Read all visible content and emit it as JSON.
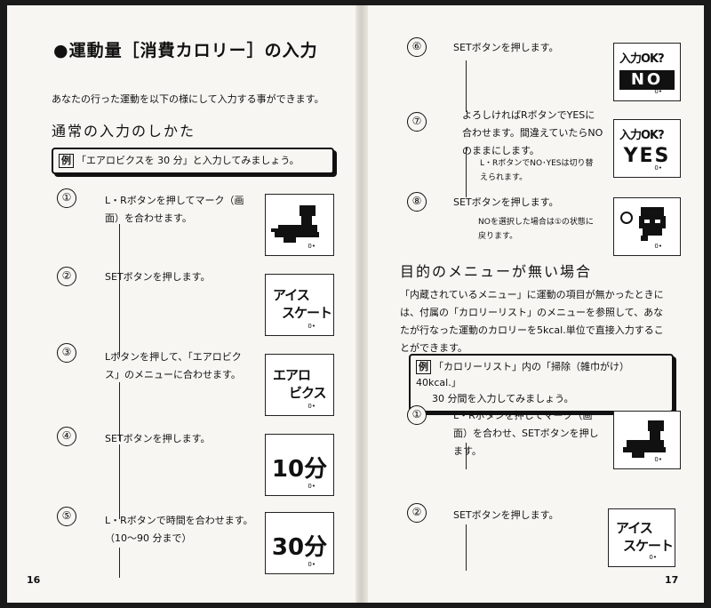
{
  "left": {
    "title": "●運動量［消費カロリー］の入力",
    "intro": "あなたの行った運動を以下の様にして入力する事ができます。",
    "section": "通常の入力のしかた",
    "example": {
      "badge": "例",
      "text": "「エアロビクスを 30 分」と入力してみましょう。"
    },
    "steps": [
      {
        "num": "①",
        "lines": [
          "L・Rボタンを押してマーク（画",
          "面）を合わせます。"
        ]
      },
      {
        "num": "②",
        "lines": [
          "SETボタンを押します。"
        ]
      },
      {
        "num": "③",
        "lines": [
          "Lボタンを押して、「エアロビク",
          "ス」のメニューに合わせます。"
        ]
      },
      {
        "num": "④",
        "lines": [
          "SETボタンを押します。"
        ]
      },
      {
        "num": "⑤",
        "lines": [
          "L・Rボタンで時間を合わせます。",
          "（10～90 分まで）"
        ]
      }
    ],
    "screens": {
      "s2_l1": "アイス",
      "s2_l2": "スケート",
      "s3_l1": "エアロ",
      "s3_l2": "ビクス",
      "s4": "10分",
      "s5": "30分",
      "foot": "0•"
    },
    "page_number": "16"
  },
  "right": {
    "steps": [
      {
        "num": "⑥",
        "lines": [
          "SETボタンを押します。"
        ]
      },
      {
        "num": "⑦",
        "lines": [
          "よろしければRボタンでYESに",
          "合わせます。間違えていたらNO",
          "のままにします。"
        ],
        "note": [
          "L・RボタンでNO･YESは切り替",
          "えられます。"
        ]
      },
      {
        "num": "⑧",
        "lines": [
          "SETボタンを押します。"
        ],
        "note": [
          "NOを選択した場合は①の状態に",
          "戻ります。"
        ]
      }
    ],
    "screens": {
      "q": "入力OK?",
      "no": "NO",
      "yes": "YES",
      "ice_l1": "アイス",
      "ice_l2": "スケート",
      "foot": "0•"
    },
    "section": "目的のメニューが無い場合",
    "para": [
      "「内蔵されているメニュー」に運動の項目が無かったときに",
      "は、付属の「カロリーリスト」のメニューを参照して、あな",
      "たが行なった運動のカロリーを5kcal.単位で直接入力するこ",
      "とができます。"
    ],
    "example": {
      "badge": "例",
      "line1": "「カロリーリスト」内の「掃除（雑巾がけ）40kcal.」",
      "line2": "30 分間を入力してみましょう。"
    },
    "steps2": [
      {
        "num": "①",
        "lines": [
          "L・Rボタンを押してマーク（画",
          "面）を合わせ、SETボタンを押し",
          "ます。"
        ]
      },
      {
        "num": "②",
        "lines": [
          "SETボタンを押します。"
        ]
      }
    ],
    "page_number": "17"
  }
}
